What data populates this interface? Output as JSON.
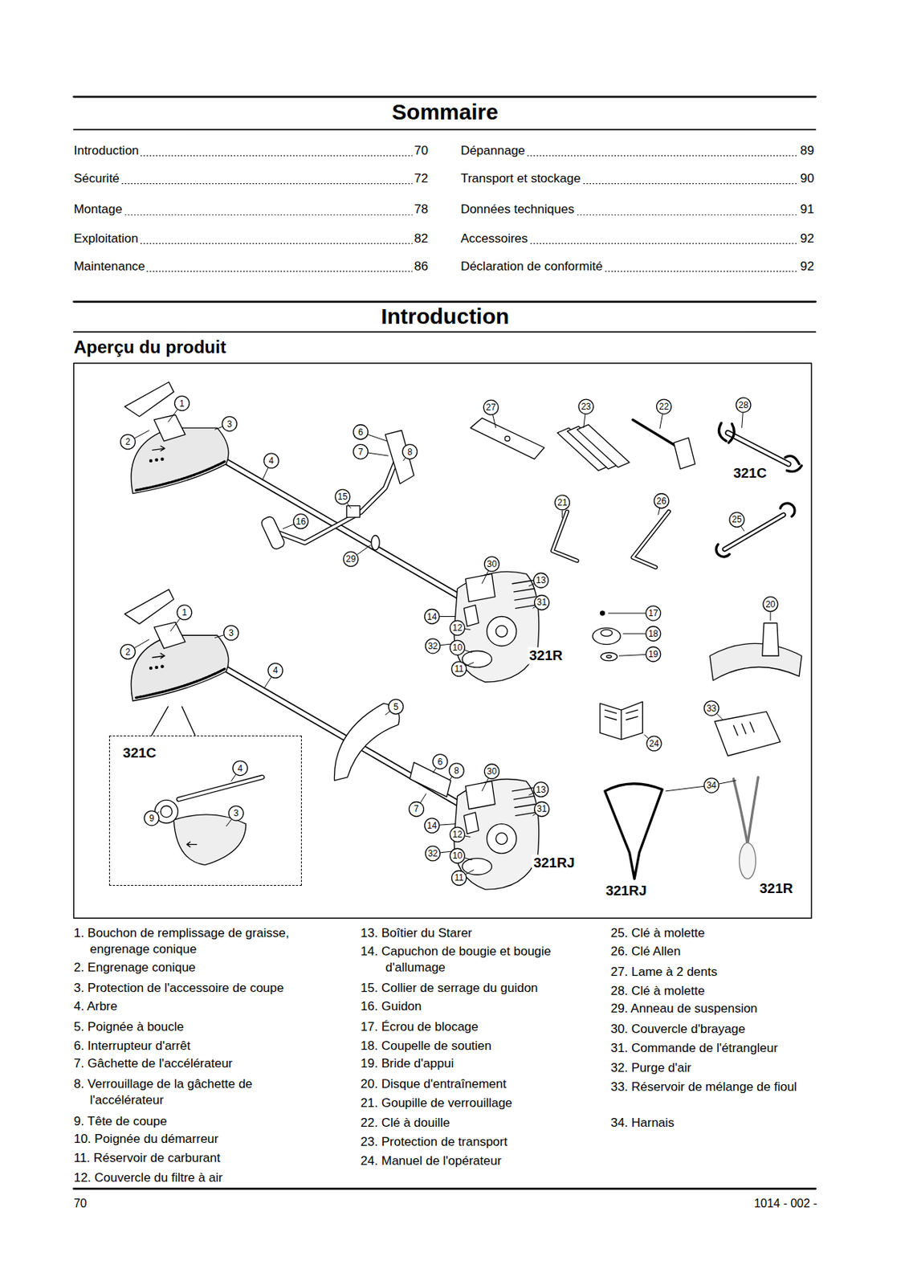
{
  "diagram": {
    "nodes": [
      {
        "text": [
          "321C"
        ]
      }
    ],
    "edges": [],
    "labels": [
      "Introduction",
      "70",
      "Sécurité",
      "72",
      "Montage",
      "78",
      "Exploitation",
      "82",
      "Maintenance",
      "86",
      "Dépannage",
      "89",
      "Transport et stockage",
      "90",
      "Données techniques",
      "91",
      "Accessoires",
      "92",
      "Déclaration de conformité",
      "92",
      "Sommaire",
      "Introduction",
      "Aperçu du produit",
      "1",
      "2",
      "3",
      "4",
      "6",
      "7",
      "8",
      "15",
      "16",
      "29",
      "30",
      "13",
      "31",
      "14",
      "12",
      "32",
      "10",
      "11",
      "321R",
      "27",
      "23",
      "22",
      "28",
      "321C",
      "21",
      "26",
      "25",
      "17",
      "18",
      "19",
      "20",
      "33",
      "24",
      "34",
      "321RJ",
      "321R",
      "1",
      "2",
      "3",
      "4",
      "5",
      "6",
      "8",
      "30",
      "13",
      "31",
      "7",
      "14",
      "12",
      "32",
      "10",
      "11",
      "321RJ",
      "4",
      "9",
      "3",
      "1. Bouchon de remplissage de graisse, engrenage conique",
      "2. Engrenage conique",
      "3. Protection de l'accessoire de coupe",
      "4. Arbre",
      "5. Poignée à boucle",
      "6. Interrupteur d'arrêt",
      "7. Gâchette de l'accélérateur",
      "8. Verrouillage de la gâchette de l'accélérateur",
      "9. Tête de coupe",
      "10. Poignée du démarreur",
      "11. Réservoir de carburant",
      "12. Couvercle du filtre à air",
      "13. Boîtier du Starer",
      "14. Capuchon de bougie et bougie d'allumage",
      "15. Collier de serrage du guidon",
      "16. Guidon",
      "17. Écrou de blocage",
      "18. Coupelle de soutien",
      "19. Bride d'appui",
      "20. Disque d'entraînement",
      "21. Goupille de verrouillage",
      "22. Clé à douille",
      "23. Protection de transport",
      "24. Manuel de l'opérateur",
      "25. Clé à molette",
      "26. Clé Allen",
      "27. Lame à 2 dents",
      "28. Clé à molette",
      "29. Anneau de suspension",
      "30. Couvercle d'brayage",
      "31. Commande de l'étrangleur",
      "32. Purge d'air",
      "33. Réservoir de mélange de fioul",
      "34. Harnais",
      "70",
      "1014 - 002 -"
    ]
  }
}
